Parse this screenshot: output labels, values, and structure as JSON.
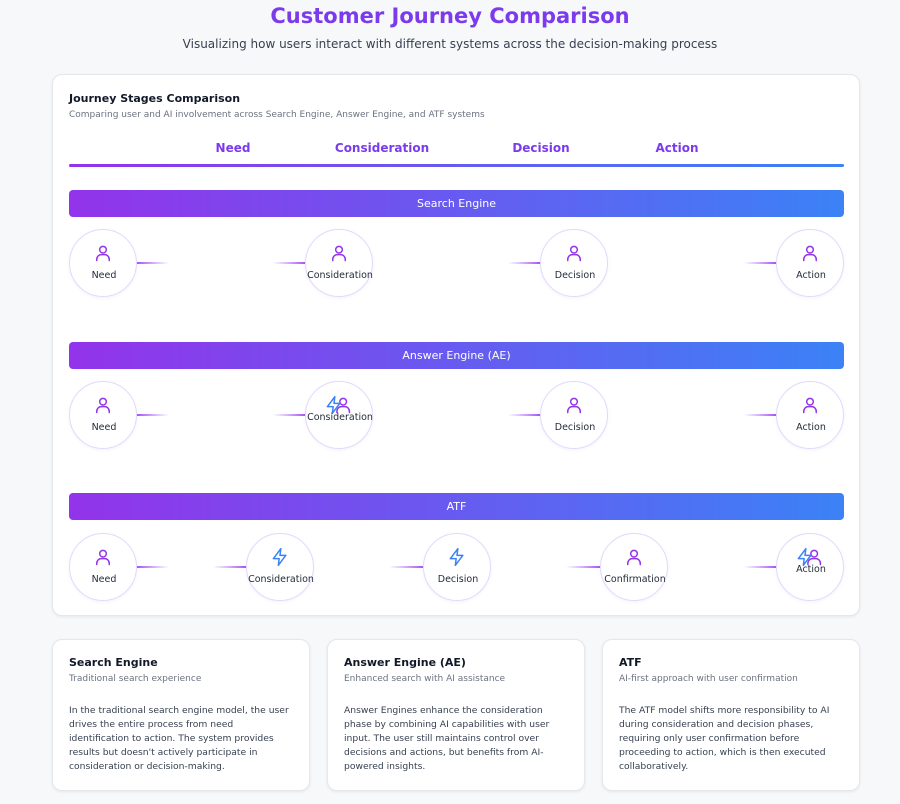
{
  "title": "Customer Journey Comparison",
  "subtitle": "Visualizing how users interact with different systems across the decision-making process",
  "main_card": {
    "title": "Journey Stages Comparison",
    "subtitle": "Comparing user and AI involvement across Search Engine, Answer Engine, and ATF systems",
    "stages": [
      "Need",
      "Consideration",
      "Decision",
      "Action"
    ]
  },
  "rows": [
    {
      "label": "Search Engine",
      "nodes": [
        {
          "label": "Need",
          "icon": "user-icon"
        },
        {
          "label": "Consideration",
          "icon": "user-icon"
        },
        {
          "label": "Decision",
          "icon": "user-icon"
        },
        {
          "label": "Action",
          "icon": "user-icon"
        }
      ]
    },
    {
      "label": "Answer Engine (AE)",
      "nodes": [
        {
          "label": "Need",
          "icon": "user-icon"
        },
        {
          "label": "Consideration",
          "icon": "bolt-user-icon"
        },
        {
          "label": "Decision",
          "icon": "user-icon"
        },
        {
          "label": "Action",
          "icon": "user-icon"
        }
      ]
    },
    {
      "label": "ATF",
      "nodes": [
        {
          "label": "Need",
          "icon": "user-icon"
        },
        {
          "label": "Consideration",
          "icon": "bolt-icon"
        },
        {
          "label": "Decision",
          "icon": "bolt-icon"
        },
        {
          "label": "Confirmation",
          "icon": "user-icon"
        },
        {
          "label": "Action",
          "icon": "bolt-user-icon"
        }
      ]
    }
  ],
  "info_cards": [
    {
      "title": "Search Engine",
      "subtitle": "Traditional search experience",
      "body": "In the traditional search engine model, the user drives the entire process from need identification to action. The system provides results but doesn't actively participate in consideration or decision-making."
    },
    {
      "title": "Answer Engine (AE)",
      "subtitle": "Enhanced search with AI assistance",
      "body": "Answer Engines enhance the consideration phase by combining AI capabilities with user input. The user still maintains control over decisions and actions, but benefits from AI-powered insights."
    },
    {
      "title": "ATF",
      "subtitle": "AI-first approach with user confirmation",
      "body": "The ATF model shifts more responsibility to AI during consideration and decision phases, requiring only user confirmation before proceeding to action, which is then executed collaboratively."
    }
  ],
  "colors": {
    "accent_purple": "#7c3aed",
    "accent_blue": "#3b82f6",
    "user_icon": "#9333ea",
    "bolt_icon": "#3b82f6"
  }
}
